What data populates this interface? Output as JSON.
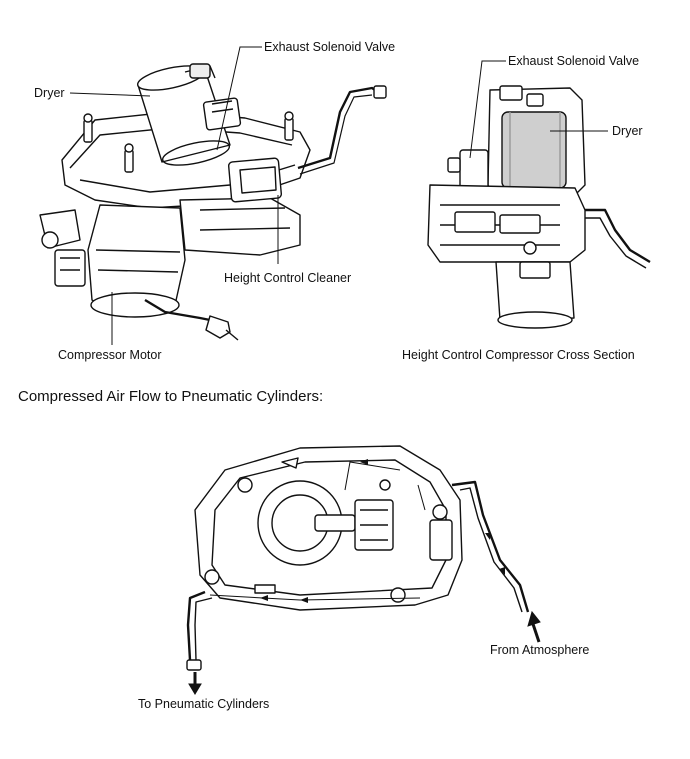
{
  "labels": {
    "dryer_left": "Dryer",
    "exhaust_left": "Exhaust Solenoid Valve",
    "height_cleaner": "Height Control Cleaner",
    "compressor_motor": "Compressor Motor",
    "exhaust_right": "Exhaust Solenoid Valve",
    "dryer_right": "Dryer",
    "cross_section": "Height Control Compressor Cross Section",
    "from_atmosphere": "From Atmosphere",
    "to_cylinders": "To Pneumatic Cylinders"
  },
  "heading": "Compressed Air Flow to Pneumatic Cylinders:"
}
